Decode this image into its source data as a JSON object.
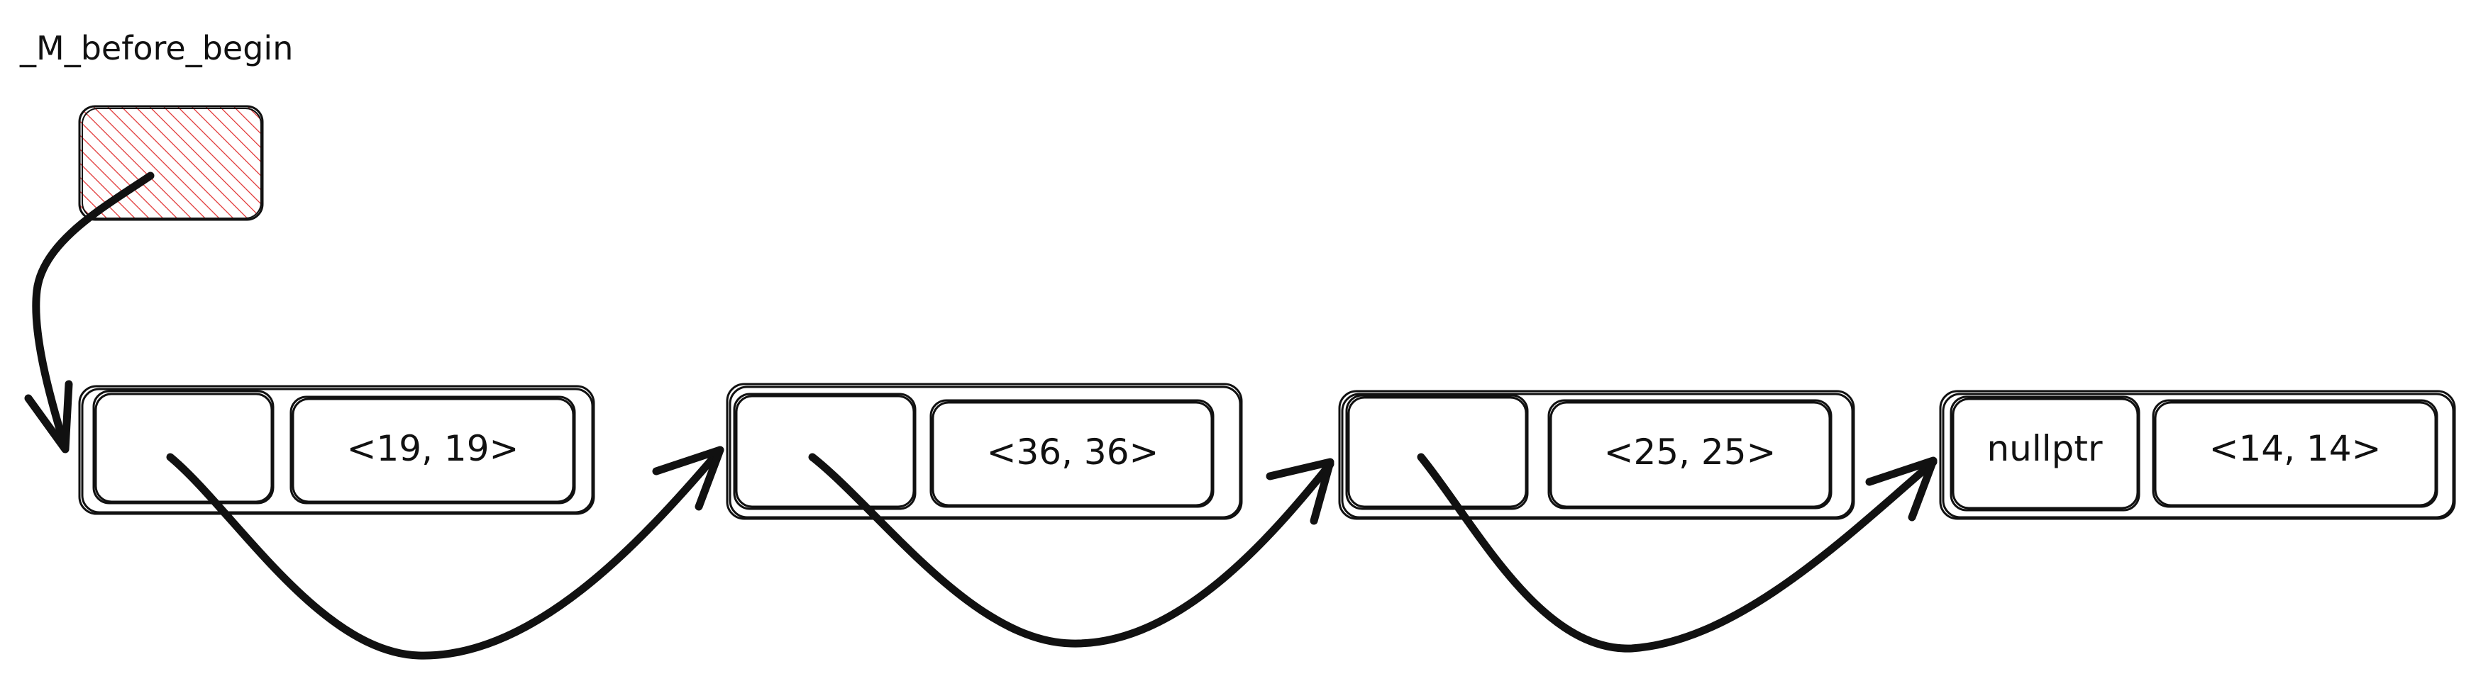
{
  "head_pointer": {
    "label": "_M_before_begin",
    "fill_color": "#e03131"
  },
  "nodes": [
    {
      "next": "",
      "value": "<19, 19>"
    },
    {
      "next": "",
      "value": "<36, 36>"
    },
    {
      "next": "",
      "value": "<25, 25>"
    },
    {
      "next": "nullptr",
      "value": "<14, 14>"
    }
  ]
}
